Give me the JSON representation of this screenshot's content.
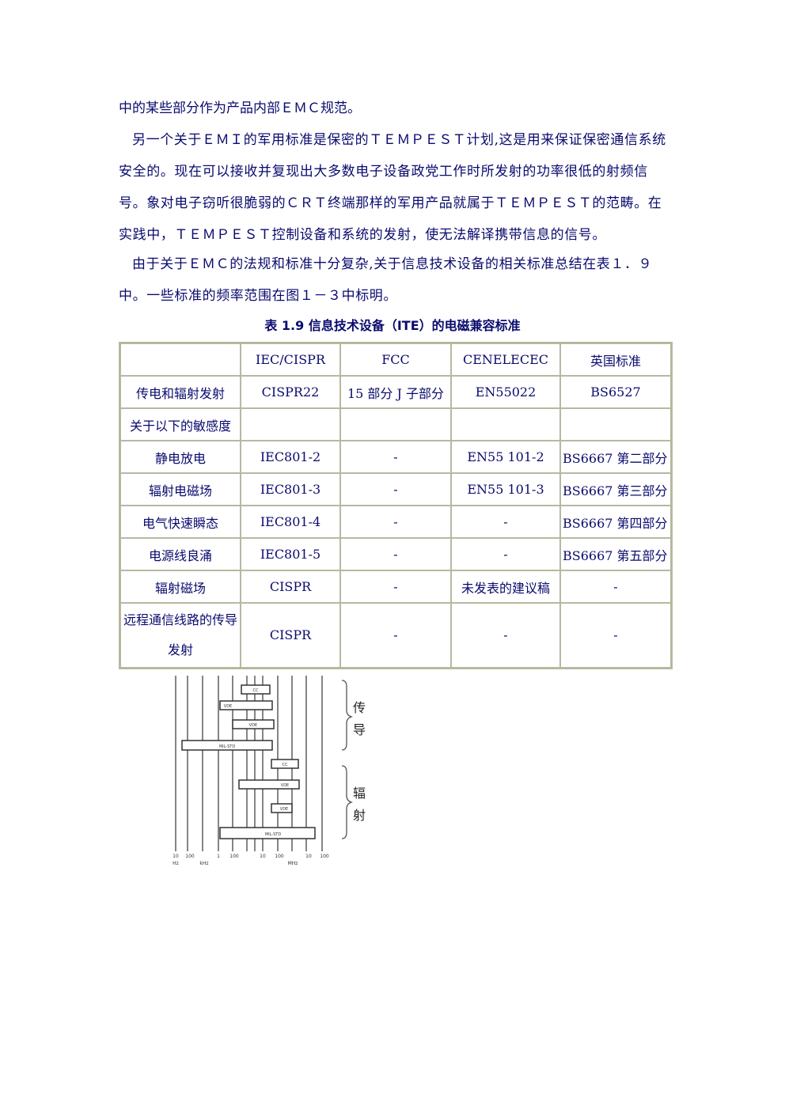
{
  "paragraphs": [
    "中的某些部分作为产品内部ＥＭＣ规范。",
    "另一个关于ＥＭＩ的军用标准是保密的ＴＥＭＰＥＳＴ计划,这是用来保证保密通信系统安全的。现在可以接收并复现出大多数电子设备政党工作时所发射的功率很低的射频信号。象对电子窃听很脆弱的ＣＲＴ终端那样的军用产品就属于ＴＥＭＰＥＳＴ的范畴。在实践中，ＴＥＭＰＥＳＴ控制设备和系统的发射，使无法解译携带信息的信号。",
    "由于关于ＥＭＣ的法规和标准十分复杂,关于信息技术设备的相关标准总结在表１．９中。一些标准的频率范围在图１－３中标明。"
  ],
  "table": {
    "title": "表 1.9 信息技术设备（ITE）的电磁兼容标准",
    "header": [
      "",
      "IEC/CISPR",
      "FCC",
      "CENELECEC",
      "英国标准"
    ],
    "rows": [
      [
        "传电和辐射发射",
        "CISPR22",
        "15 部分 J 子部分",
        "EN55022",
        "BS6527"
      ],
      [
        "关于以下的敏感度",
        "",
        "",
        "",
        ""
      ],
      [
        "静电放电",
        "IEC801-2",
        "-",
        "EN55 101-2",
        "BS6667 第二部分"
      ],
      [
        "辐射电磁场",
        "IEC801-3",
        "-",
        "EN55 101-3",
        "BS6667 第三部分"
      ],
      [
        "电气快速瞬态",
        "IEC801-4",
        "-",
        "-",
        "BS6667 第四部分"
      ],
      [
        "电源线良涌",
        "IEC801-5",
        "-",
        "-",
        "BS6667 第五部分"
      ],
      [
        "辐射磁场",
        "CISPR",
        "-",
        "未发表的建议稿",
        "-"
      ],
      [
        "远程通信线路的传导发射",
        "CISPR",
        "-",
        "-",
        "-"
      ]
    ]
  },
  "figure": {
    "group_labels": {
      "conducted": [
        "传",
        "导"
      ],
      "radiated": [
        "辐",
        "射"
      ]
    },
    "bar_labels": [
      "CC",
      "VDE",
      "VDE",
      "MIL-STD",
      "CC",
      "VDE",
      "VDE",
      "MIL-STD"
    ],
    "tick_labels": [
      "10",
      "100",
      "1",
      "100",
      "10",
      "100",
      "10",
      "100"
    ],
    "unit_labels": [
      "Hz",
      "kHz",
      "MHz"
    ]
  }
}
